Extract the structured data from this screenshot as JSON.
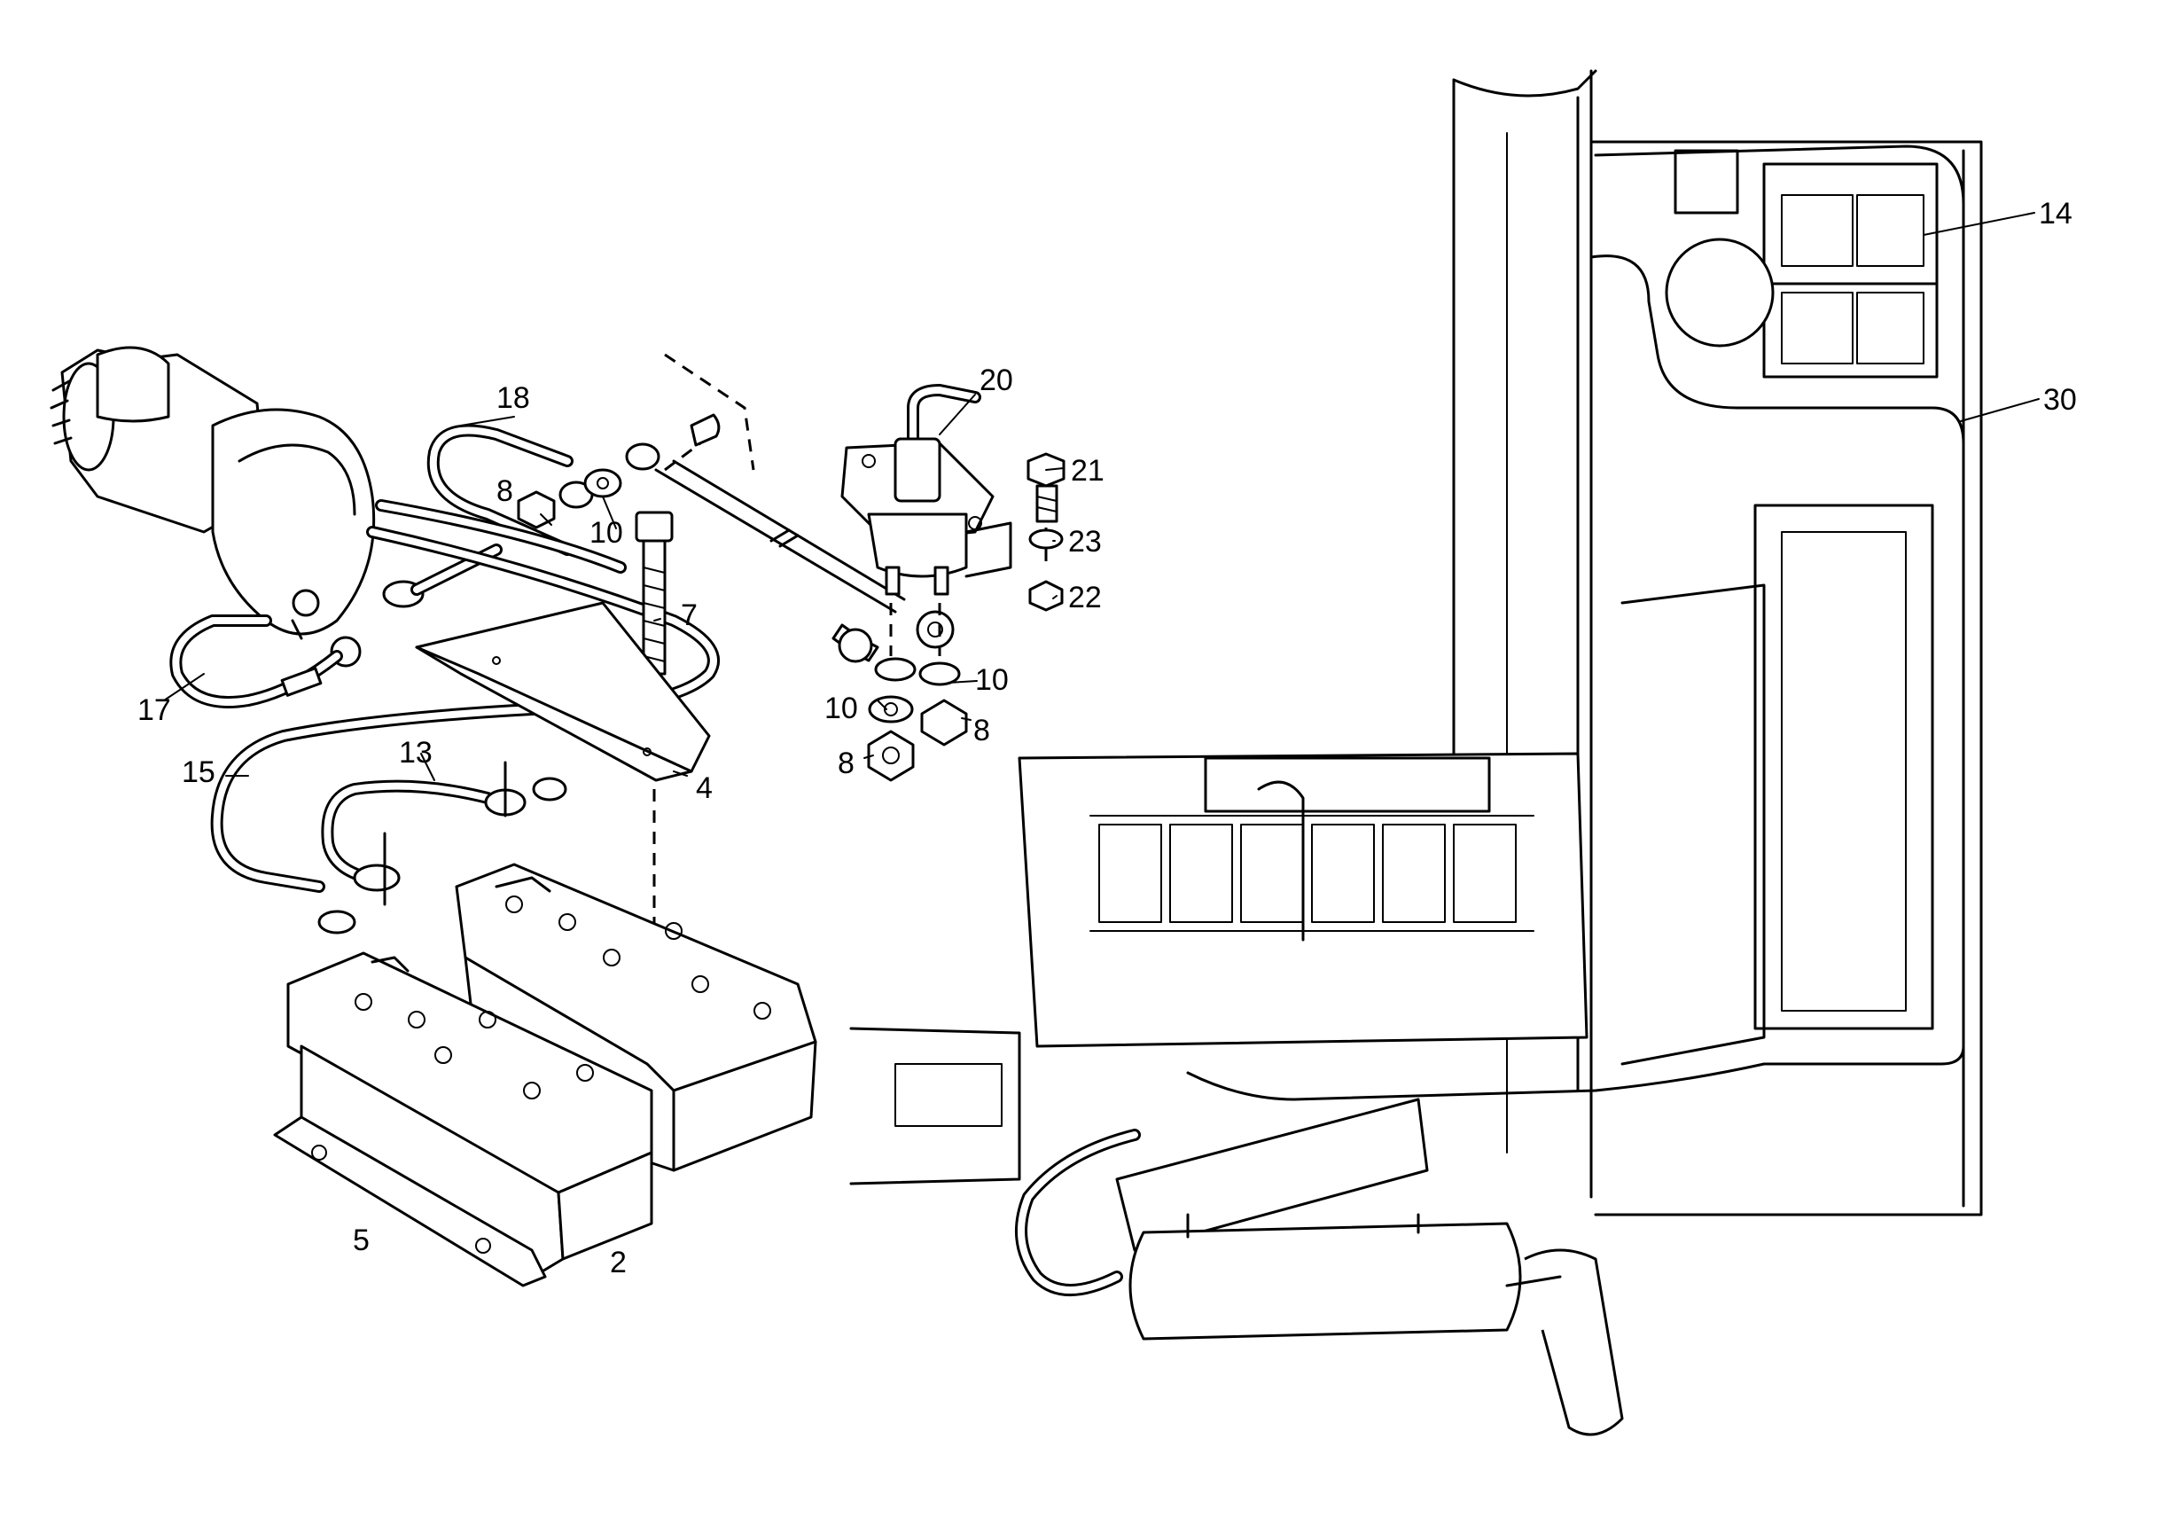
{
  "callouts": [
    {
      "id": "callout-2",
      "text": "2"
    },
    {
      "id": "callout-4",
      "text": "4"
    },
    {
      "id": "callout-5",
      "text": "5"
    },
    {
      "id": "callout-7",
      "text": "7"
    },
    {
      "id": "callout-8a",
      "text": "8"
    },
    {
      "id": "callout-8b",
      "text": "8"
    },
    {
      "id": "callout-8c",
      "text": "8"
    },
    {
      "id": "callout-10a",
      "text": "10"
    },
    {
      "id": "callout-10b",
      "text": "10"
    },
    {
      "id": "callout-10c",
      "text": "10"
    },
    {
      "id": "callout-13",
      "text": "13"
    },
    {
      "id": "callout-14",
      "text": "14"
    },
    {
      "id": "callout-15",
      "text": "15"
    },
    {
      "id": "callout-17",
      "text": "17"
    },
    {
      "id": "callout-18",
      "text": "18"
    },
    {
      "id": "callout-20",
      "text": "20"
    },
    {
      "id": "callout-21",
      "text": "21"
    },
    {
      "id": "callout-22",
      "text": "22"
    },
    {
      "id": "callout-23",
      "text": "23"
    },
    {
      "id": "callout-30",
      "text": "30"
    }
  ]
}
